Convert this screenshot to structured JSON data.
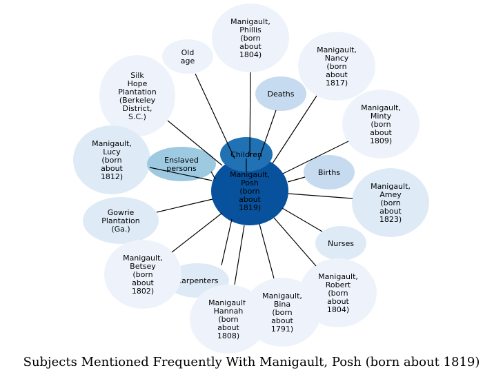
{
  "caption": "Subjects Mentioned Frequently With Manigault, Posh (born about 1819)",
  "center": {
    "label": [
      "Manigault,",
      "Posh",
      "(born",
      "about",
      "1819)"
    ],
    "color": "#08519c",
    "text_color": "#ffffff"
  },
  "nodes": [
    {
      "id": "phillis",
      "label": [
        "Manigault,",
        "Phillis",
        "(born",
        "about",
        "1804)"
      ],
      "color": "#eef3fb"
    },
    {
      "id": "old-age",
      "label": [
        "Old",
        "age"
      ],
      "color": "#eef3fb"
    },
    {
      "id": "nancy",
      "label": [
        "Manigault,",
        "Nancy",
        "(born",
        "about",
        "1817)"
      ],
      "color": "#eef3fb"
    },
    {
      "id": "deaths",
      "label": [
        "Deaths"
      ],
      "color": "#c6dbef"
    },
    {
      "id": "silk-hope",
      "label": [
        "Silk",
        "Hope",
        "Plantation",
        "(Berkeley",
        "District,",
        "S.C.)"
      ],
      "color": "#eef3fb"
    },
    {
      "id": "minty",
      "label": [
        "Manigault,",
        "Minty",
        "(born",
        "about",
        "1809)"
      ],
      "color": "#eef3fb"
    },
    {
      "id": "lucy",
      "label": [
        "Manigault,",
        "Lucy",
        "(born",
        "about",
        "1812)"
      ],
      "color": "#deebf7"
    },
    {
      "id": "enslaved",
      "label": [
        "Enslaved",
        "persons"
      ],
      "color": "#9ecae1"
    },
    {
      "id": "births",
      "label": [
        "Births"
      ],
      "color": "#c6dbef"
    },
    {
      "id": "amey",
      "label": [
        "Manigault,",
        "Amey",
        "(born",
        "about",
        "1823)"
      ],
      "color": "#deebf7"
    },
    {
      "id": "gowrie",
      "label": [
        "Gowrie",
        "Plantation",
        "(Ga.)"
      ],
      "color": "#deebf7"
    },
    {
      "id": "nurses",
      "label": [
        "Nurses"
      ],
      "color": "#deebf7"
    },
    {
      "id": "carpenters",
      "label": [
        "Carpenters"
      ],
      "color": "#deebf7"
    },
    {
      "id": "betsey",
      "label": [
        "Manigault,",
        "Betsey",
        "(born",
        "about",
        "1802)"
      ],
      "color": "#eef3fb"
    },
    {
      "id": "robert",
      "label": [
        "Manigault,",
        "Robert",
        "(born",
        "about",
        "1804)"
      ],
      "color": "#eef3fb"
    },
    {
      "id": "hannah",
      "label": [
        "Manigault,",
        "Hannah",
        "(born",
        "about",
        "1808)"
      ],
      "color": "#eef3fb"
    },
    {
      "id": "bina",
      "label": [
        "Manigault,",
        "Bina",
        "(born",
        "about",
        "1791)"
      ],
      "color": "#eef3fb"
    },
    {
      "id": "children",
      "label": [
        "Children"
      ],
      "color": "#2171b5"
    }
  ]
}
